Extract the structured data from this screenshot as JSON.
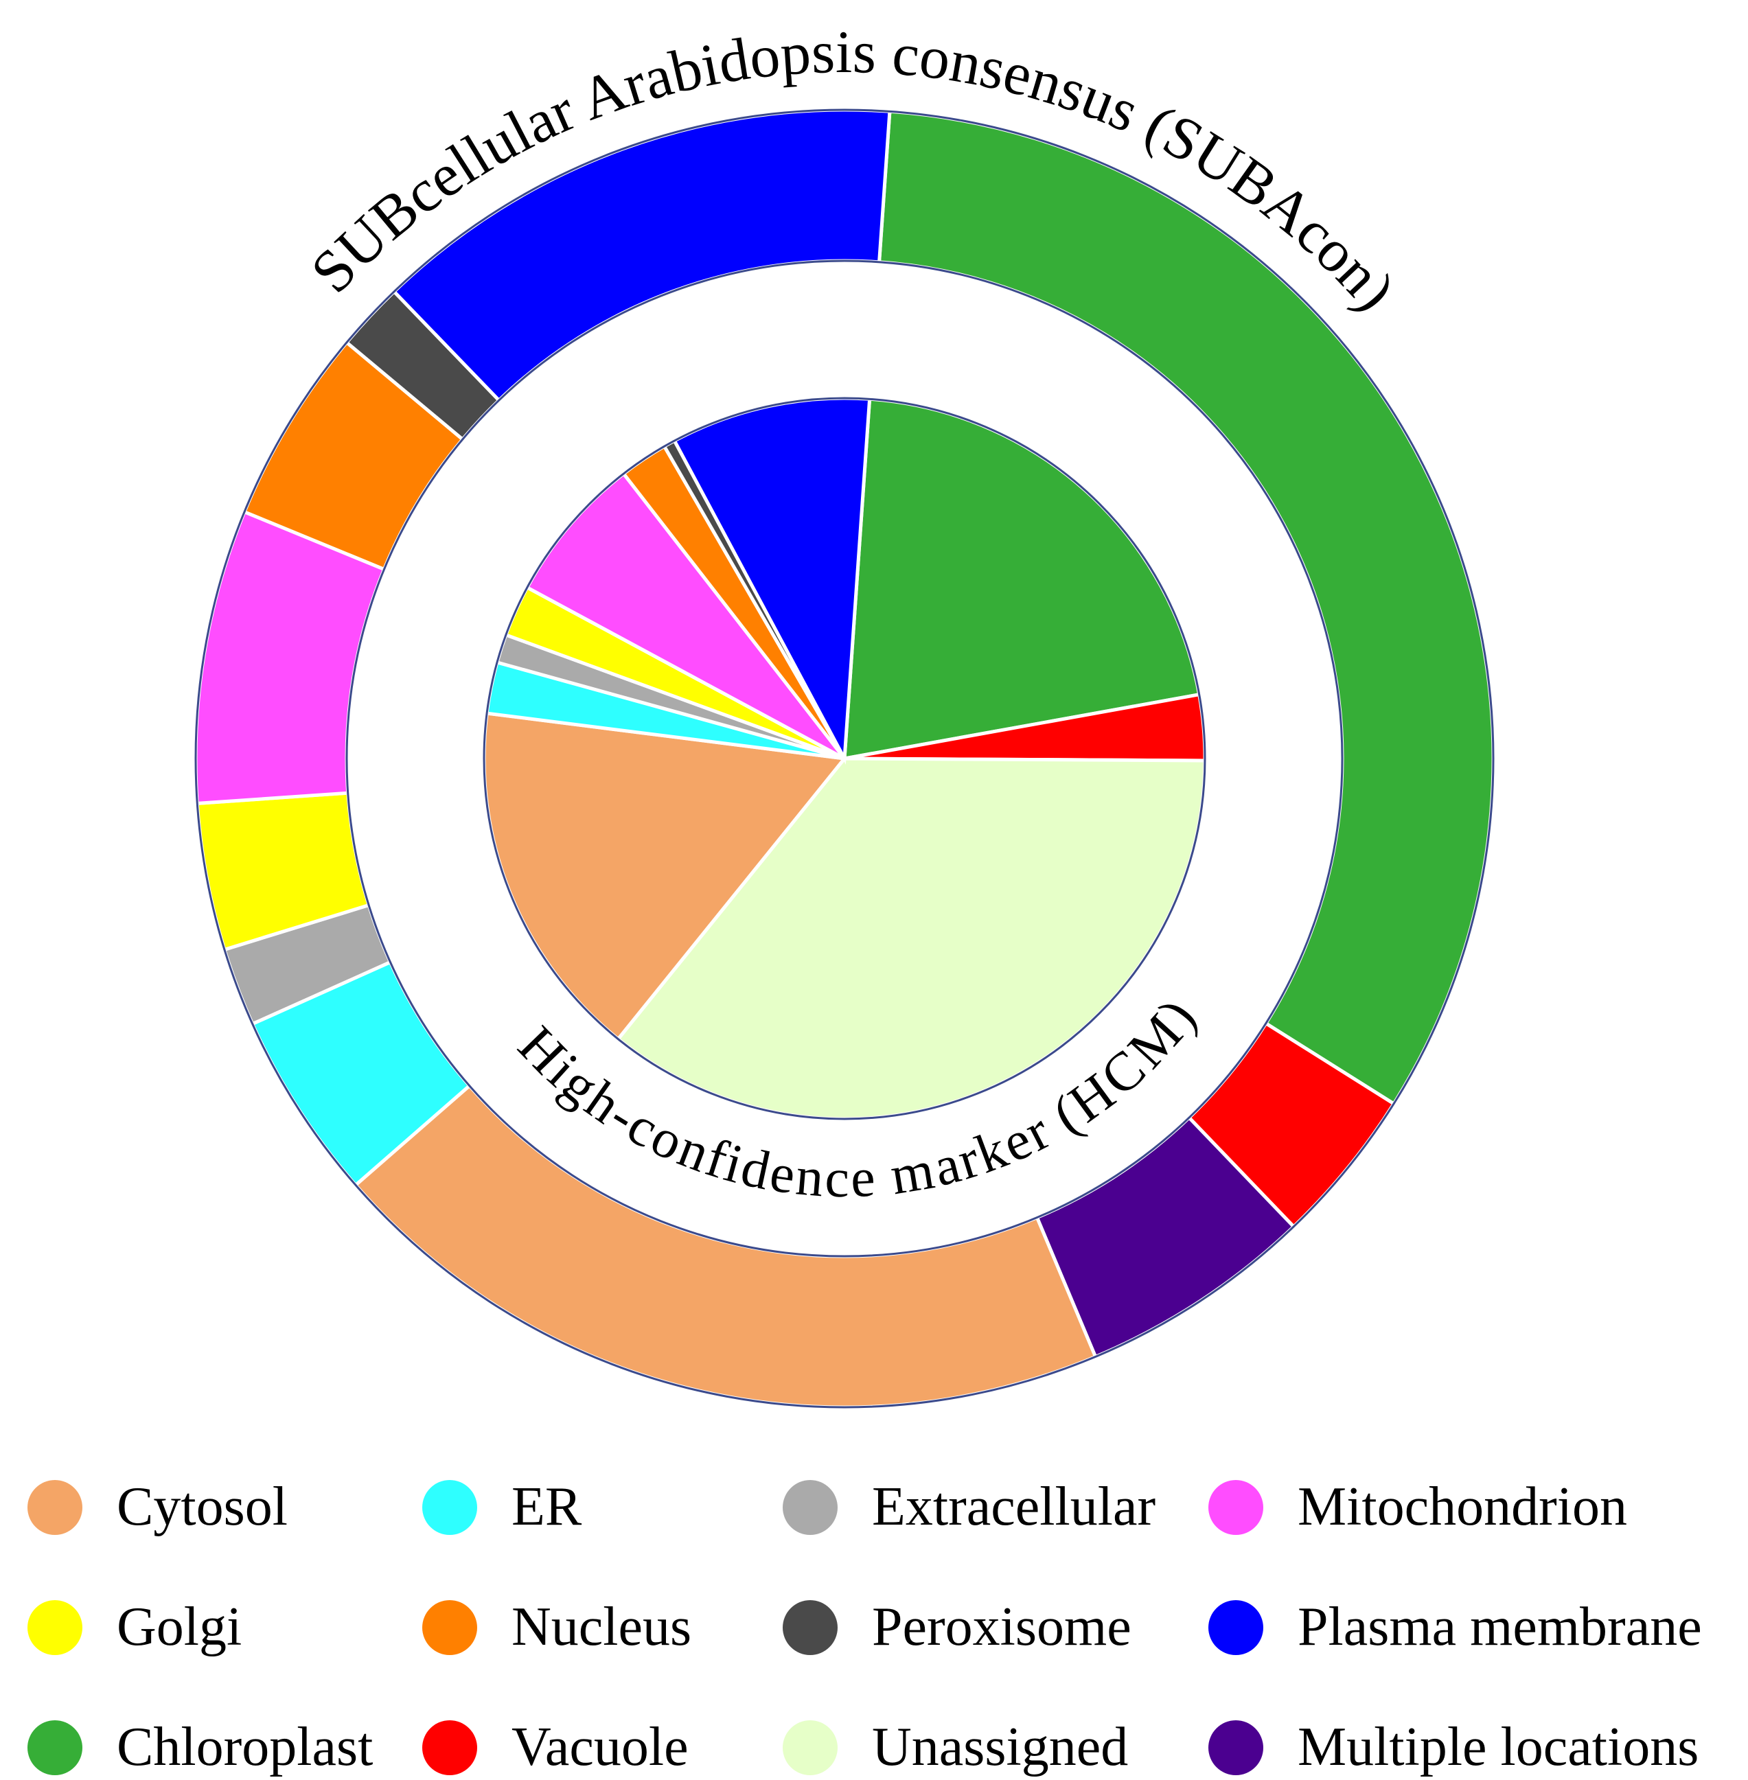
{
  "chart_data": {
    "type": "pie",
    "rings": [
      {
        "name": "SUBcellular Arabidopsis consensus (SUBAcon)",
        "role": "outer-donut",
        "slices": [
          {
            "category": "Chloroplast",
            "value": 40.4
          },
          {
            "category": "Vacuole",
            "value": 4.8
          },
          {
            "category": "Multiple locations",
            "value": 7.2
          },
          {
            "category": "Cytosol",
            "value": 24.5
          },
          {
            "category": "ER",
            "value": 5.8
          },
          {
            "category": "Extracellular",
            "value": 2.4
          },
          {
            "category": "Golgi",
            "value": 4.5
          },
          {
            "category": "Mitochondrion",
            "value": 9.0
          },
          {
            "category": "Nucleus",
            "value": 6.0
          },
          {
            "category": "Peroxisome",
            "value": 2.1
          },
          {
            "category": "Plasma membrane",
            "value": 16.4
          }
        ]
      },
      {
        "name": "High-confidence marker (HCM)",
        "role": "inner-pie",
        "slices": [
          {
            "category": "Chloroplast",
            "value": 16.5
          },
          {
            "category": "Vacuole",
            "value": 2.3
          },
          {
            "category": "Unassigned",
            "value": 28.0
          },
          {
            "category": "Cytosol",
            "value": 12.7
          },
          {
            "category": "ER",
            "value": 1.8
          },
          {
            "category": "Extracellular",
            "value": 1.0
          },
          {
            "category": "Golgi",
            "value": 1.8
          },
          {
            "category": "Mitochondrion",
            "value": 5.2
          },
          {
            "category": "Nucleus",
            "value": 1.7
          },
          {
            "category": "Peroxisome",
            "value": 0.4
          },
          {
            "category": "Plasma membrane",
            "value": 7.0
          }
        ]
      }
    ],
    "legend": {
      "placement": "bottom",
      "entries": [
        {
          "label": "Cytosol",
          "color": "#F4A566"
        },
        {
          "label": "ER",
          "color": "#2EFFFF"
        },
        {
          "label": "Extracellular",
          "color": "#AAAAAA"
        },
        {
          "label": "Mitochondrion",
          "color": "#FF4DFF"
        },
        {
          "label": "Golgi",
          "color": "#FFFF00"
        },
        {
          "label": "Nucleus",
          "color": "#FF8000"
        },
        {
          "label": "Peroxisome",
          "color": "#4A4A4A"
        },
        {
          "label": "Plasma membrane",
          "color": "#0000FF"
        },
        {
          "label": "Chloroplast",
          "color": "#36AE37"
        },
        {
          "label": "Vacuole",
          "color": "#FF0000"
        },
        {
          "label": "Unassigned",
          "color": "#E6FFC8"
        },
        {
          "label": "Multiple locations",
          "color": "#4B0090"
        }
      ]
    },
    "ring_outline_color": "#3B4A8C",
    "slice_separator_color": "#FFFFFF"
  }
}
